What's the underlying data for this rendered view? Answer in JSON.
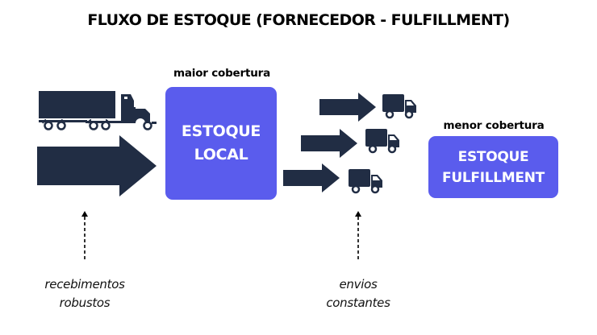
{
  "title": "FLUXO DE ESTOQUE (FORNECEDOR - FULFILLMENT)",
  "colors": {
    "box_fill": "#5a5ced",
    "icon_fill": "#212d44",
    "text": "#000000"
  },
  "local": {
    "coverage_label": "maior cobertura",
    "line1": "ESTOQUE",
    "line2": "LOCAL"
  },
  "fulfillment": {
    "coverage_label": "menor cobertura",
    "line1": "ESTOQUE",
    "line2": "FULFILLMENT"
  },
  "notes": {
    "left": {
      "line1": "recebimentos",
      "line2": "robustos"
    },
    "right": {
      "line1": "envios",
      "line2": "constantes"
    }
  },
  "icons": {
    "semi_truck": "semi-truck-icon",
    "big_arrow": "arrow-right-icon",
    "small_arrows": 3,
    "delivery_trucks": 3,
    "dashed_up_arrows": 2
  }
}
